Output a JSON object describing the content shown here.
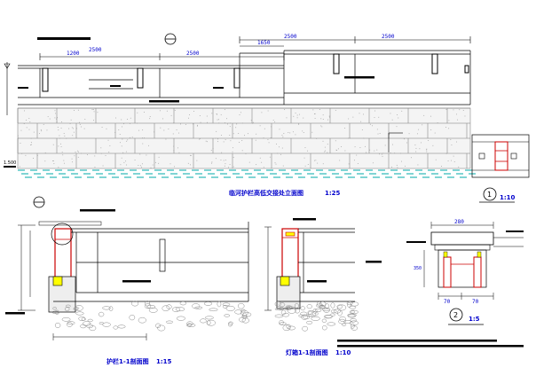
{
  "captions": {
    "elevation": "临河护栏高低交接处立面图",
    "elevation_scale": "1:25",
    "section_1": "护栏1-1剖面图",
    "section_1_scale": "1:15",
    "section_2": "灯箱1-1剖面图",
    "section_2_scale": "1:10"
  },
  "callouts": {
    "detail_1_num": "1",
    "detail_1_scale": "1:10",
    "detail_2_num": "2",
    "detail_2_scale": "1:5"
  },
  "dimensions": {
    "top_left": "2500",
    "top_right": "2500",
    "top_mid": "1650",
    "sub_1": "1200",
    "sub_2": "2500",
    "sub_3": "2500",
    "right_detail_width": "280",
    "right_detail_a": "70",
    "right_detail_b": "70",
    "right_detail_h": "350",
    "left_level": "1.500"
  },
  "colors": {
    "line": "#000000",
    "water": "#00aaaa",
    "dimension": "#0000cc",
    "post": "#cc0000",
    "fill_yellow": "#ffff00",
    "gravel": "#888888"
  }
}
